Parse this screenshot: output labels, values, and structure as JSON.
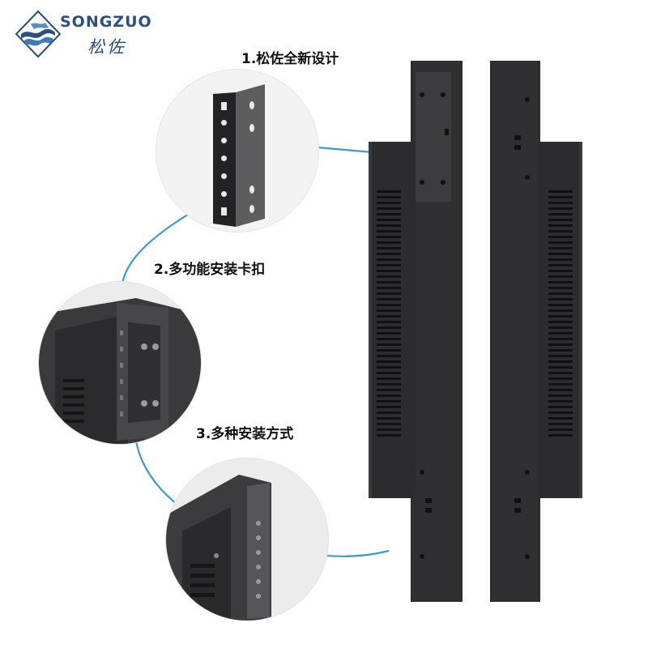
{
  "brand": {
    "name": "SONGZUO",
    "name_cn": "松佐"
  },
  "features": [
    {
      "label": "1.松佐全新设计"
    },
    {
      "label": "2.多功能安装卡扣"
    },
    {
      "label": "3.多种安装方式"
    }
  ],
  "colors": {
    "brand_blue": "#2c4f7c",
    "connector_blue": "#3d98d3",
    "product_black": "#2a2a2c"
  }
}
